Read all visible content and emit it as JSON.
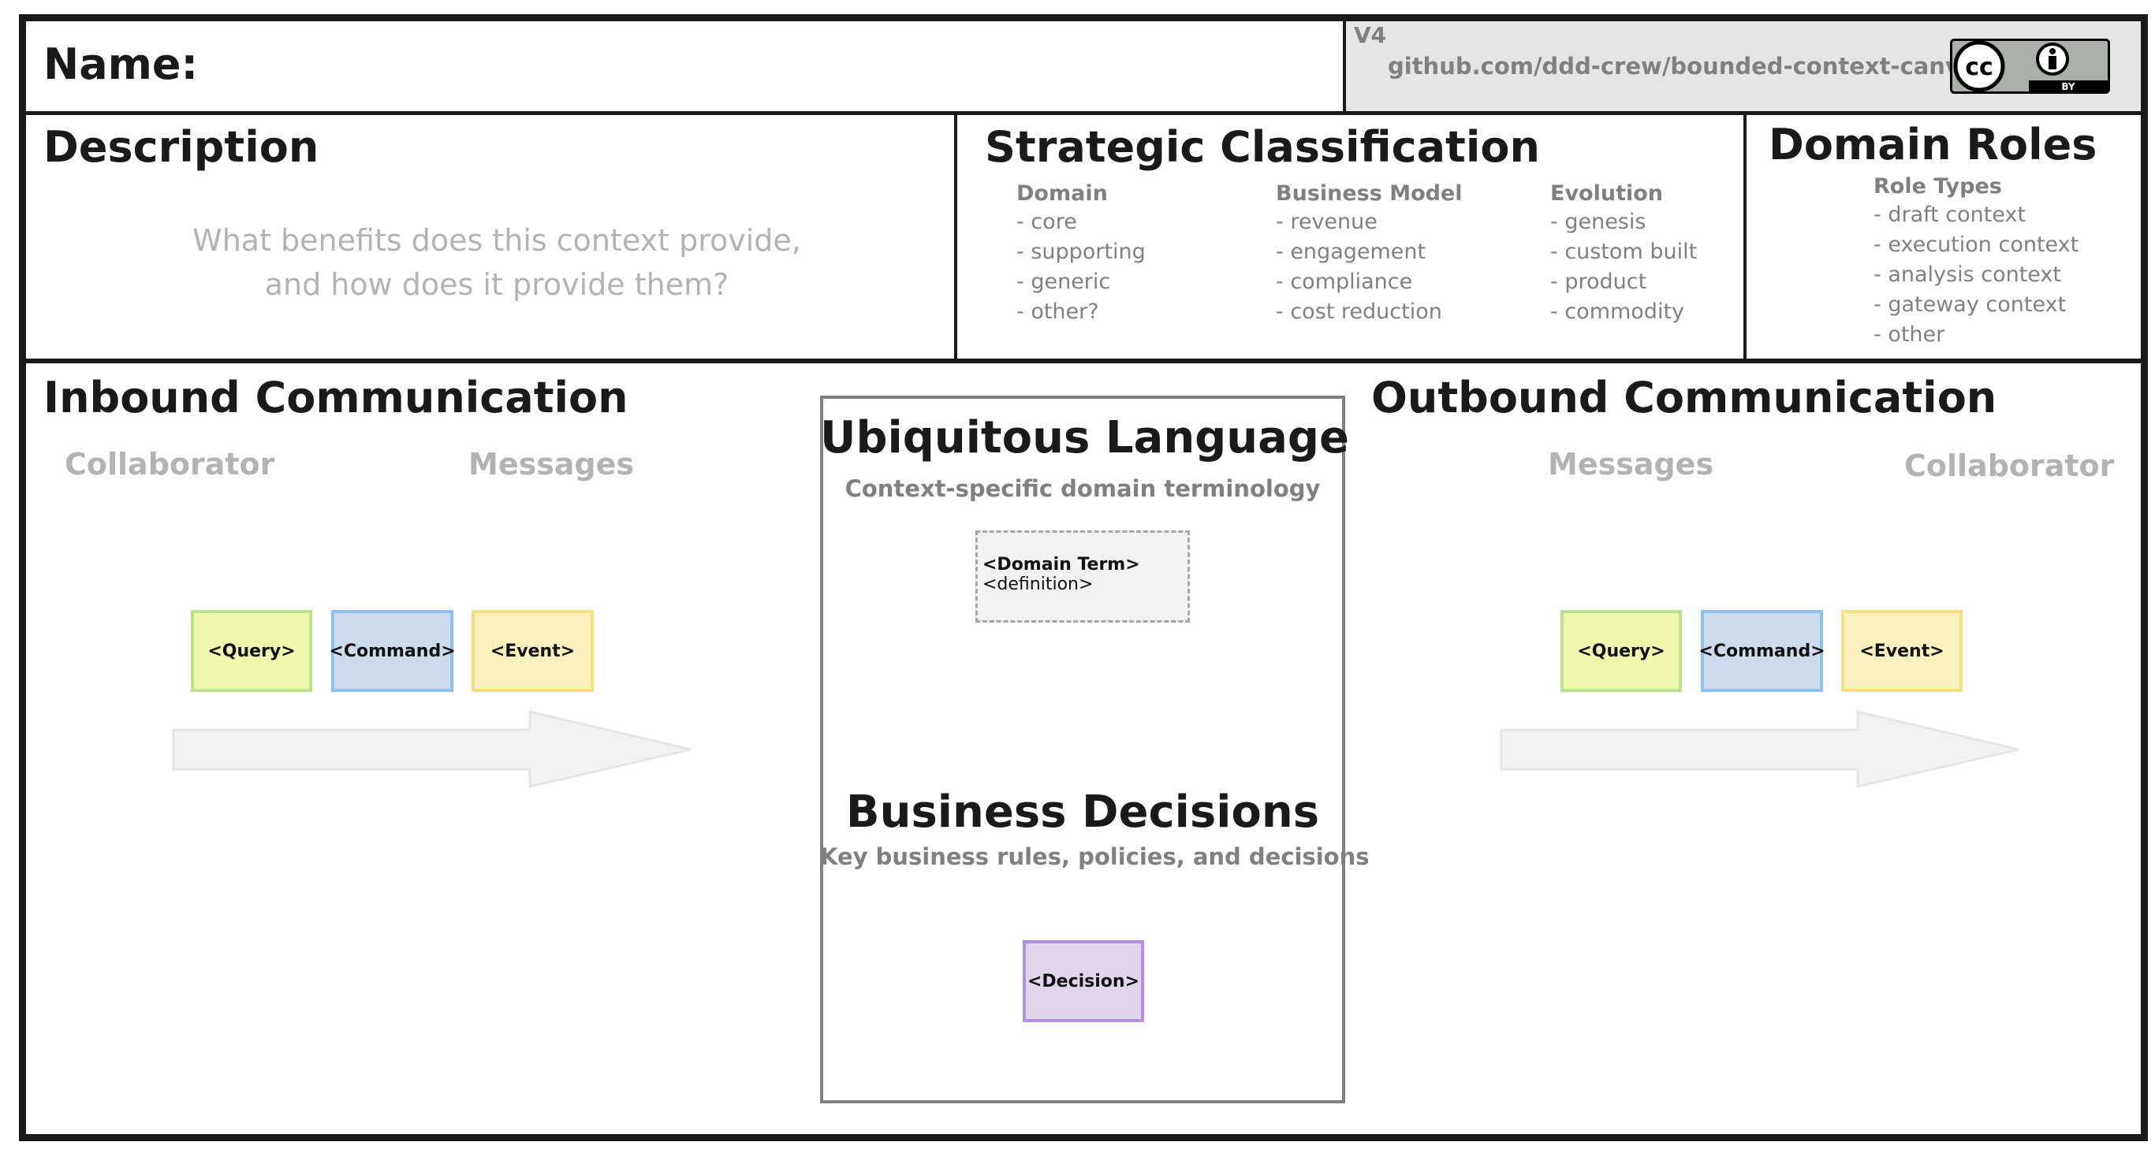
{
  "header": {
    "name_label": "Name:",
    "version": "V4",
    "repo": "github.com/ddd-crew/bounded-context-canvas",
    "license_badge": {
      "icon": "cc-by-license-icon",
      "text": "BY"
    }
  },
  "description": {
    "title": "Description",
    "hint_line1": "What benefits does this context provide,",
    "hint_line2": "and how does it provide them?"
  },
  "strategic": {
    "title": "Strategic Classification",
    "columns": [
      {
        "heading": "Domain",
        "items": [
          "- core",
          "- supporting",
          "- generic",
          "- other?"
        ]
      },
      {
        "heading": "Business Model",
        "items": [
          "- revenue",
          "- engagement",
          "- compliance",
          "- cost reduction"
        ]
      },
      {
        "heading": "Evolution",
        "items": [
          "- genesis",
          "- custom built",
          "- product",
          "- commodity"
        ]
      }
    ]
  },
  "domain_roles": {
    "title": "Domain Roles",
    "heading": "Role Types",
    "items": [
      "- draft context",
      "- execution context",
      "- analysis context",
      "- gateway context",
      "- other"
    ]
  },
  "inbound": {
    "title": "Inbound Communication",
    "collaborator_label": "Collaborator",
    "messages_label": "Messages",
    "cards": {
      "query": "<Query>",
      "command": "<Command>",
      "event": "<Event>"
    }
  },
  "ubiquitous": {
    "title": "Ubiquitous Language",
    "subtitle": "Context-specific domain terminology",
    "term": "<Domain Term>",
    "definition": "<definition>"
  },
  "decisions": {
    "title": "Business Decisions",
    "subtitle": "Key business rules, policies, and decisions",
    "card": "<Decision>"
  },
  "outbound": {
    "title": "Outbound Communication",
    "messages_label": "Messages",
    "collaborator_label": "Collaborator",
    "cards": {
      "query": "<Query>",
      "command": "<Command>",
      "event": "<Event>"
    }
  },
  "colors": {
    "frame": "#1a1a1a",
    "query_fill": "#f0f7ae",
    "command_fill": "#ccdcee",
    "event_fill": "#fbf0be",
    "decision_fill": "#e0d5ec",
    "arrow_fill": "#f2f2f2"
  }
}
